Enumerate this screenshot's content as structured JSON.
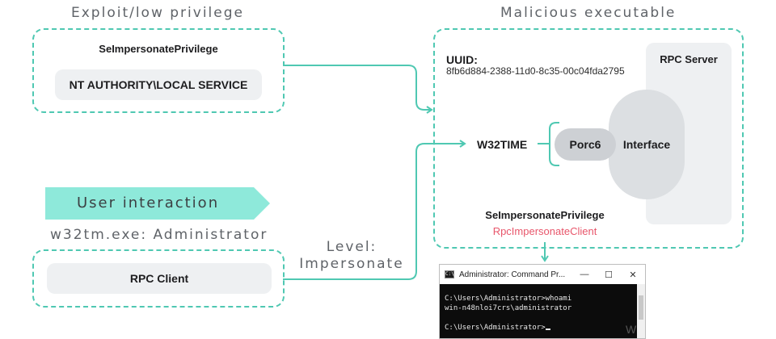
{
  "sections": {
    "exploit_title": "Exploit/low privilege",
    "malicious_title": "Malicious executable",
    "user_interaction": "User interaction",
    "client_title": "w32tm.exe: Administrator"
  },
  "exploit_box": {
    "privilege": "SeImpersonatePrivilege",
    "account": "NT AUTHORITY\\LOCAL SERVICE"
  },
  "malicious_box": {
    "uuid_label": "UUID:",
    "uuid_value": "8fb6d884-2388-11d0-8c35-00c04fda2795",
    "rpc_server": "RPC Server",
    "w32time": "W32TIME",
    "porc6": "Porc6",
    "interface": "Interface",
    "privilege": "SeImpersonatePrivilege",
    "rpc_call": "RpcImpersonateClient"
  },
  "client_box": {
    "rpc_client": "RPC Client"
  },
  "connector": {
    "level_line1": "Level:",
    "level_line2": "Impersonate"
  },
  "cmd": {
    "title": "Administrator: Command Pr...",
    "icon_text": "C:\\",
    "minimize": "—",
    "maximize": "☐",
    "close": "✕",
    "line1": "C:\\Users\\Administrator>whoami",
    "line2": "win-n48nloi7crs\\administrator",
    "line3": "C:\\Users\\Administrator>"
  },
  "watermark": "W",
  "colors": {
    "teal": "#4fc8b2",
    "teal_light": "#8ee9da",
    "gray_pill": "#eef0f2",
    "rpc_red": "#e8566b"
  }
}
